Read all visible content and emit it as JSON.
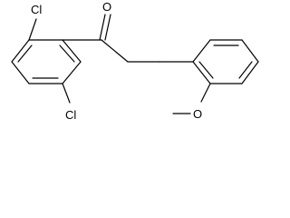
{
  "molecule": {
    "atom_labels": {
      "chlorine_top": "Cl",
      "chlorine_bottom": "Cl",
      "carbonyl_oxygen": "O",
      "methoxy_oxygen": "O"
    }
  },
  "colors": {
    "bond": "#000000",
    "background": "#ffffff"
  }
}
